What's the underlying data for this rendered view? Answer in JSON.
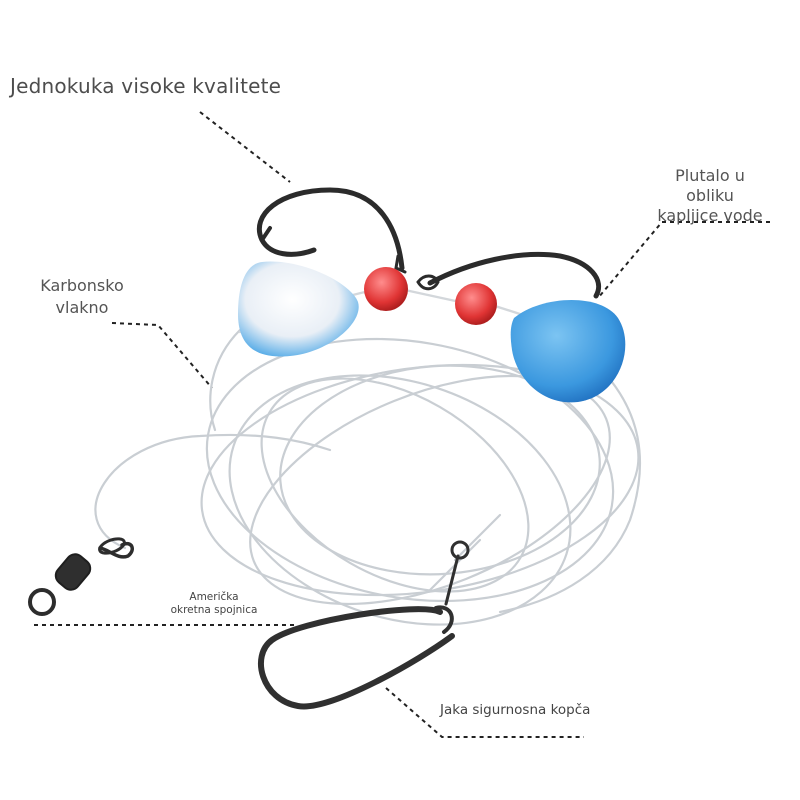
{
  "labels": {
    "hook": "Jednokuka visoke kvalitete",
    "line_1": "Karbonsko",
    "line_2": "vlakno",
    "float_1": "Plutalo u",
    "float_2": "obliku",
    "float_3": "kapljice vode",
    "swivel_1": "Američka",
    "swivel_2": "okretna spojnica",
    "snap": "Jaka sigurnosna kopča"
  },
  "colors": {
    "line": "#c8cdd2",
    "hook": "#2b2b2b",
    "float_white": "#eef3f8",
    "float_blue": "#3d9be0",
    "bead_red": "#e23a3a",
    "leader": "#222222"
  }
}
